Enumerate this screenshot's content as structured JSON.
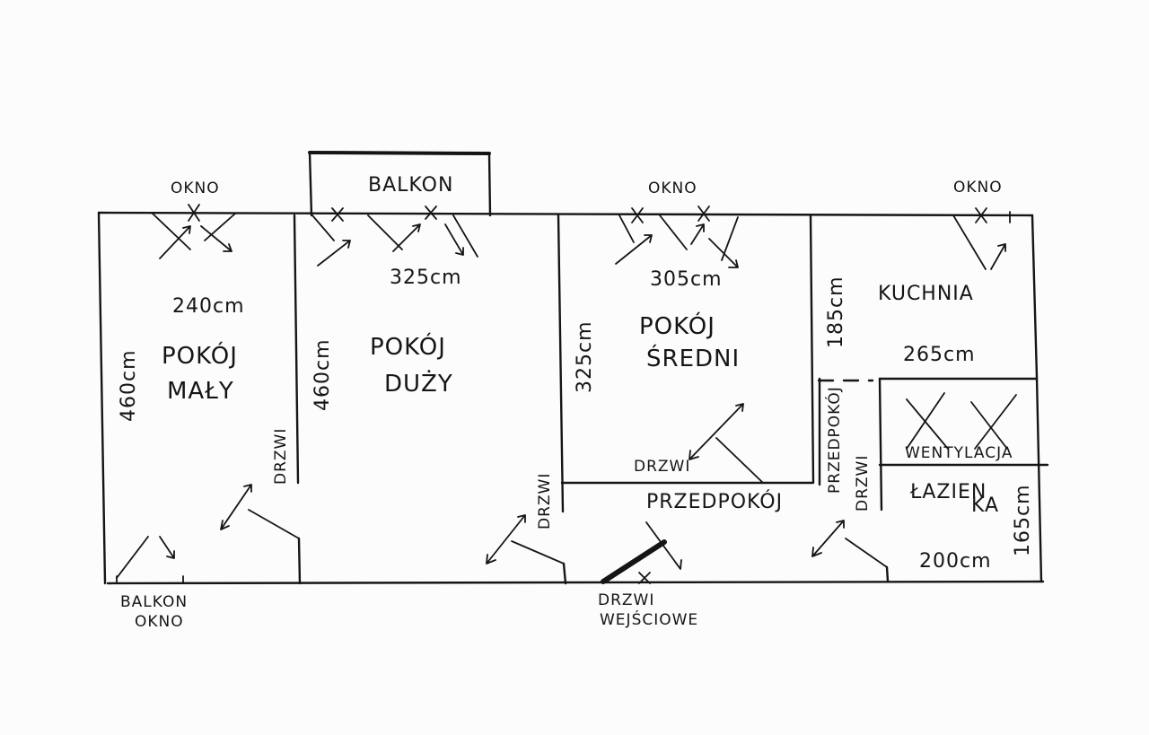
{
  "labels": {
    "okno_left": "OKNO",
    "balkon_top": "BALKON",
    "okno_middle": "OKNO",
    "okno_right": "OKNO",
    "dim_240": "240cm",
    "dim_325_duzy": "325cm",
    "dim_305": "305cm",
    "dim_185": "185cm",
    "kuchnia": "KUCHNIA",
    "pokoj_maly_1": "POKÓJ",
    "pokoj_maly_2": "MAŁY",
    "pokoj_duzy_1": "POKÓJ",
    "pokoj_duzy_2": "DUŻY",
    "pokoj_sredni_1": "POKÓJ",
    "pokoj_sredni_2": "ŚREDNI",
    "dim_460_left": "460cm",
    "dim_460_mid": "460cm",
    "dim_325_sredni": "325cm",
    "dim_265": "265cm",
    "wentylacja": "WENTYLACJA",
    "drzwi_maly": "DRZWI",
    "drzwi_duzy": "DRZWI",
    "drzwi_sredni": "DRZWI",
    "przedpokoj_vertical": "PRZEDPOKÓJ",
    "drzwi_lazienka": "DRZWI",
    "przedpokoj_main": "PRZEDPOKÓJ",
    "lazienka_1": "ŁAZIEN",
    "lazienka_2": "KA",
    "dim_165": "165cm",
    "dim_200": "200cm",
    "balkon_okno_1": "BALKON",
    "balkon_okno_2": "OKNO",
    "drzwi_wejsciowe_1": "DRZWI",
    "drzwi_wejsciowe_2": "WEJŚCIOWE"
  }
}
